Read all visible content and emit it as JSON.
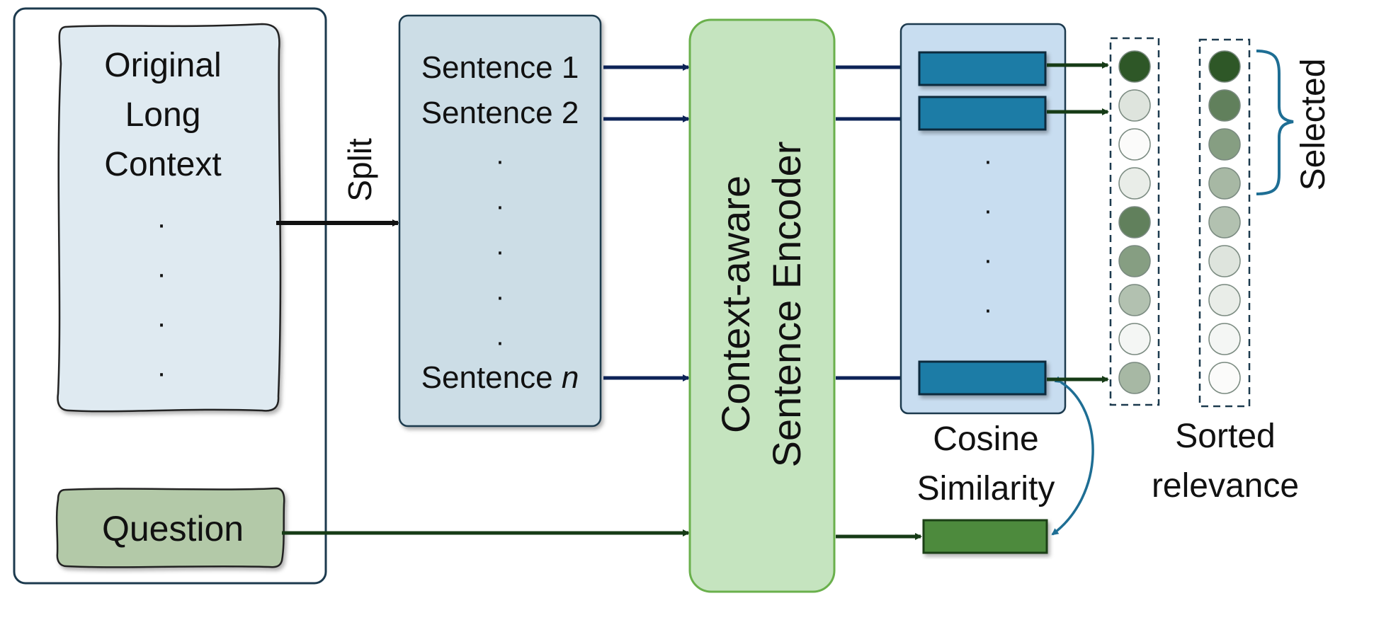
{
  "context_box": {
    "lines": [
      "Original",
      "Long",
      "Context"
    ],
    "dots": [
      "·",
      "·",
      "·",
      "·"
    ],
    "question": "Question"
  },
  "split_label": "Split",
  "sentences": {
    "first": "Sentence 1",
    "second": "Sentence 2",
    "dots": [
      "·",
      "·",
      "·",
      "·",
      "·"
    ],
    "last_prefix": "Sentence ",
    "last_var": "n"
  },
  "encoder": {
    "line1": "Context-aware",
    "line2": "Sentence Encoder"
  },
  "embeddings": {
    "dots": [
      "·",
      "·",
      "·",
      "·"
    ],
    "caption": [
      "Cosine",
      "Similarity"
    ]
  },
  "relevance": {
    "unsorted_levels": [
      0.95,
      0.15,
      0.02,
      0.1,
      0.72,
      0.55,
      0.35,
      0.05,
      0.4
    ],
    "sorted_levels": [
      0.95,
      0.72,
      0.55,
      0.4,
      0.35,
      0.15,
      0.1,
      0.05,
      0.02
    ],
    "caption": [
      "Sorted",
      "relevance"
    ],
    "selected_label": "Selected"
  },
  "colors": {
    "context_fill": "#dfeaf1",
    "sentence_fill": "#ccdde6",
    "encoder_fill": "#c5e4bf",
    "encoder_stroke": "#6ab04c",
    "embed_panel_fill": "#c8ddf0",
    "embed_bar": "#1f7ba6",
    "question_fill": "#b3c9a8",
    "question_bar": "#4e8a3c",
    "arrow_blue": "#0d2357",
    "arrow_green": "#163b16",
    "curve": "#1e6e94"
  }
}
